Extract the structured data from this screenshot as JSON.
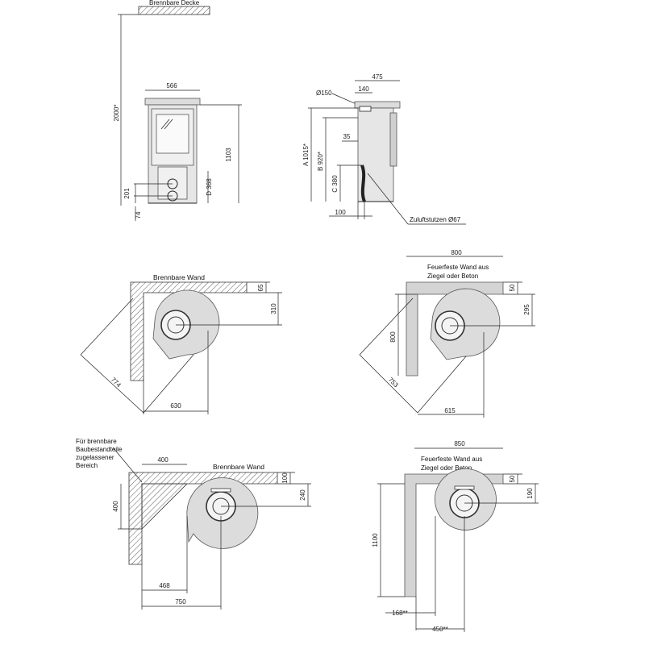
{
  "front_view": {
    "ceiling_label": "Brennbare Decke",
    "height_to_ceiling": "2000*",
    "width": "566",
    "height": "1103",
    "dim_d": "D 368",
    "dim_201": "201",
    "dim_74": "74"
  },
  "side_view": {
    "depth": "475",
    "dim_140": "140",
    "flue_diameter": "Ø150",
    "dim_a": "A 1015*",
    "dim_b": "B 920*",
    "dim_35": "35",
    "dim_c": "C 380",
    "dim_100": "100",
    "air_inlet": "Zuluftstutzen Ø67"
  },
  "plan_1": {
    "wall_label": "Brennbare Wand",
    "dim_65": "65",
    "dim_310": "310",
    "diagonal": "774",
    "width": "630"
  },
  "plan_2": {
    "width_top": "800",
    "wall_label_1": "Feuerfeste Wand aus",
    "wall_label_2": "Ziegel oder Beton",
    "dim_50": "50",
    "dim_295": "295",
    "dim_800": "800",
    "diagonal": "753",
    "width_bottom": "615"
  },
  "plan_3": {
    "zone_label_1": "Für brennbare",
    "zone_label_2": "Baubestandteile",
    "zone_label_3": "zugelassener",
    "zone_label_4": "Bereich",
    "dim_400_top": "400",
    "wall_label": "Brennbare Wand",
    "dim_100": "100",
    "dim_240": "240",
    "dim_400_left": "400",
    "dim_468": "468",
    "dim_750": "750"
  },
  "plan_4": {
    "width_top": "850",
    "wall_label_1": "Feuerfeste Wand aus",
    "wall_label_2": "Ziegel oder Beton",
    "dim_50": "50",
    "dim_190": "190",
    "dim_1100": "1100",
    "dim_168": "168**",
    "dim_450": "450**"
  }
}
